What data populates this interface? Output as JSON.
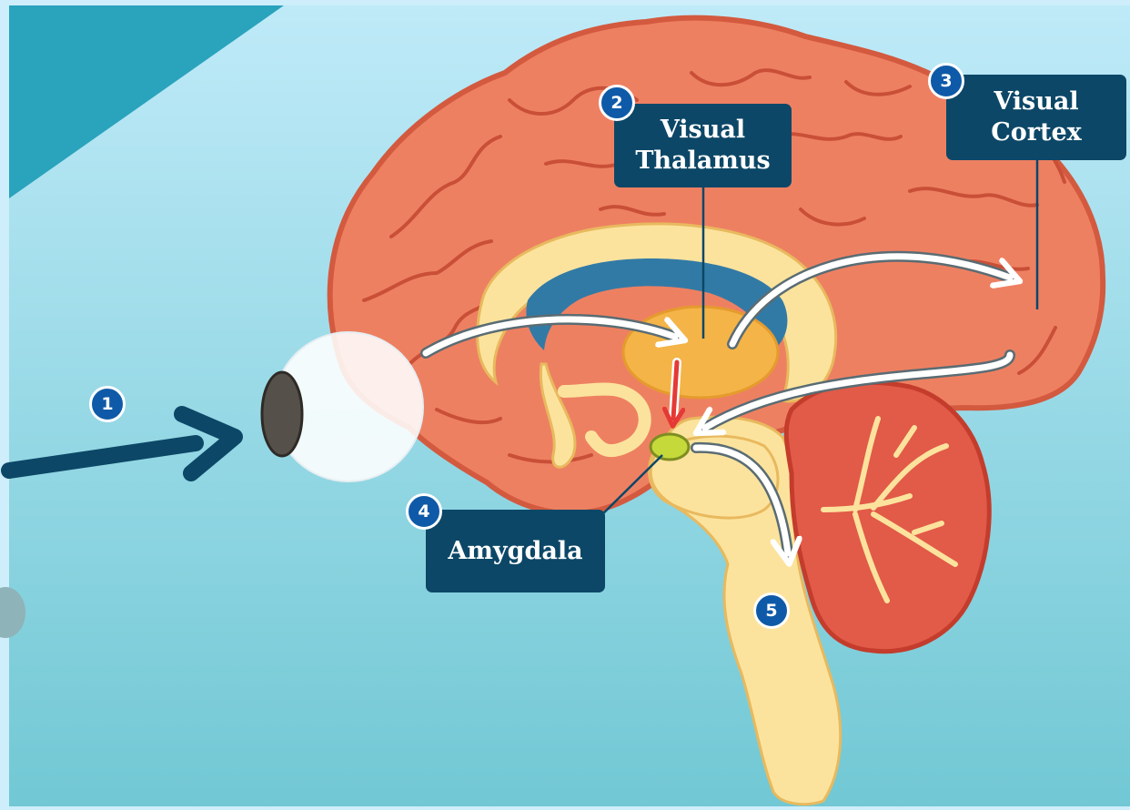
{
  "labels": {
    "thalamus": [
      "Visual",
      "Thalamus"
    ],
    "cortex": [
      "Visual",
      "Cortex"
    ],
    "amygdala": "Amygdala"
  },
  "steps": [
    "1",
    "2",
    "3",
    "4",
    "5"
  ],
  "colors": {
    "background_top": "#bfeaf8",
    "background_bottom": "#71c8d4",
    "brain": "#ee8062",
    "brain_outline": "#d35a3f",
    "inner_structures": "#fce39d",
    "ventricle": "#327aa6",
    "thalamus": "#f4b447",
    "cerebellum": "#e25a48",
    "amygdala": "#c5d93a",
    "label_fill": "#0c4767",
    "badge_fill": "#0f5aa8",
    "stimulus_arrow": "#0c4767",
    "signal_arrow": "#ffffff",
    "fast_path_arrow": "#e53935"
  }
}
